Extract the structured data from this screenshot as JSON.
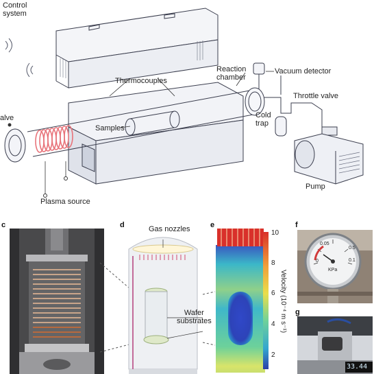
{
  "top": {
    "labels": {
      "control_system": [
        "Control",
        "system"
      ],
      "thermocouples": "Thermocouples",
      "reaction_chamber": [
        "Reaction",
        "chamber"
      ],
      "vacuum_detector": "Vacuum detector",
      "throttle_valve": "Throttle valve",
      "cold_trap": [
        "Cold",
        "trap"
      ],
      "samples": "Samples",
      "valve_partial": "alve",
      "pump": "Pump",
      "plasma_source": "Plasma source"
    }
  },
  "panels": {
    "c": {
      "letter": "c"
    },
    "d": {
      "letter": "d",
      "gas_nozzles": "Gas nozzles",
      "wafer_substrates": [
        "Wafer",
        "substrates"
      ]
    },
    "e": {
      "letter": "e",
      "colorbar_label": "Velocity (10⁻⁴ m s⁻¹)",
      "ticks": [
        "10",
        "8",
        "6",
        "4",
        "2"
      ]
    },
    "f": {
      "letter": "f",
      "gauge_text": "KPa",
      "gauge_numbers": [
        "0.05",
        "0",
        "0.5",
        "0.1"
      ]
    },
    "g": {
      "letter": "g",
      "display_value": "33.44"
    }
  },
  "colors": {
    "coil": "#e8737a",
    "colorbar_low": "#2c3fa8",
    "colorbar_high": "#d9302a",
    "chamber_line": "#3a3d4d"
  }
}
